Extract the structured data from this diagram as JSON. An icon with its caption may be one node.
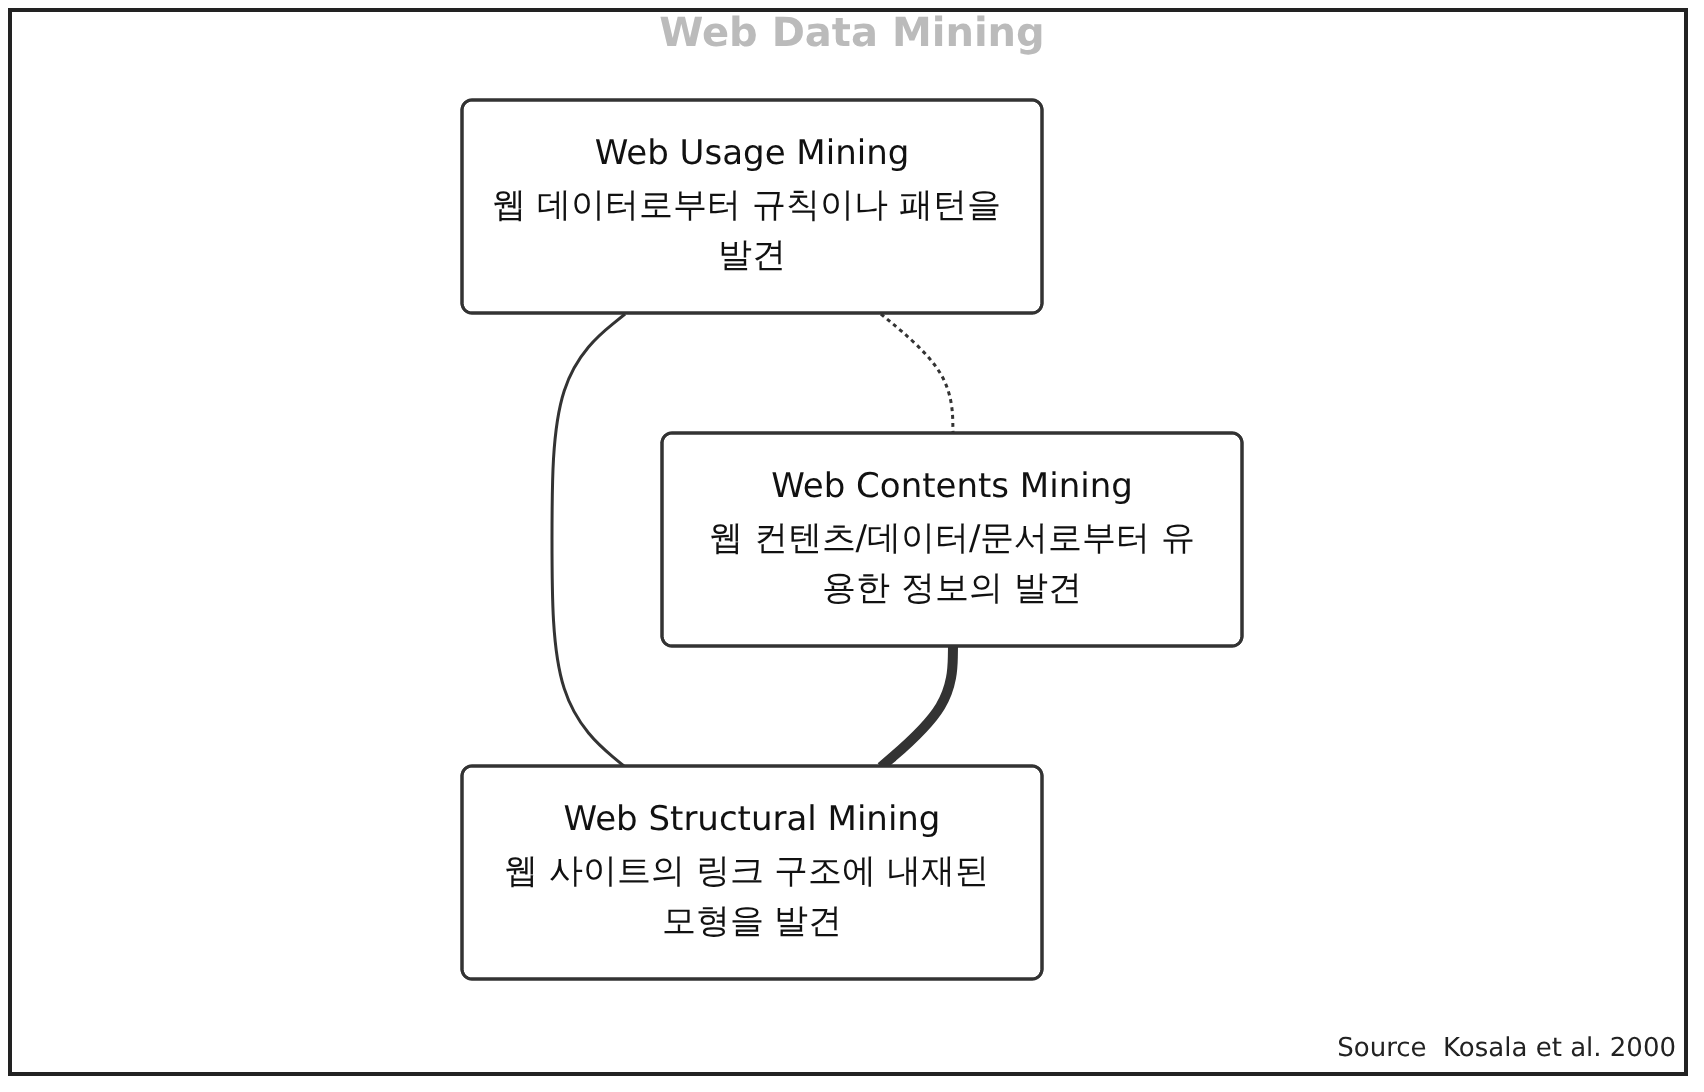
{
  "diagram": {
    "nodes": [
      {
        "text": [
          "Web Usage Mining",
          "웹 데이터로부터 규칙이나 패턴을 발견"
        ]
      },
      {
        "text": [
          "Web Contents Mining",
          "웹 컨텐츠/데이터/문서로부터 유용한 정보의 발견"
        ]
      },
      {
        "text": [
          "Web Structural Mining",
          "웹 사이트의 링크 구조에 내재된 모형을 발견"
        ]
      }
    ],
    "edges": [
      {
        "from": 0,
        "to": 1,
        "arrow": "none",
        "style": "dashed"
      },
      {
        "from": 0,
        "to": 2,
        "arrow": "none"
      },
      {
        "from": 1,
        "to": 2,
        "arrow": "none",
        "style": "thick"
      }
    ],
    "labels": [
      "Web Data Mining",
      "Source  Kosala et al. 2000"
    ]
  }
}
